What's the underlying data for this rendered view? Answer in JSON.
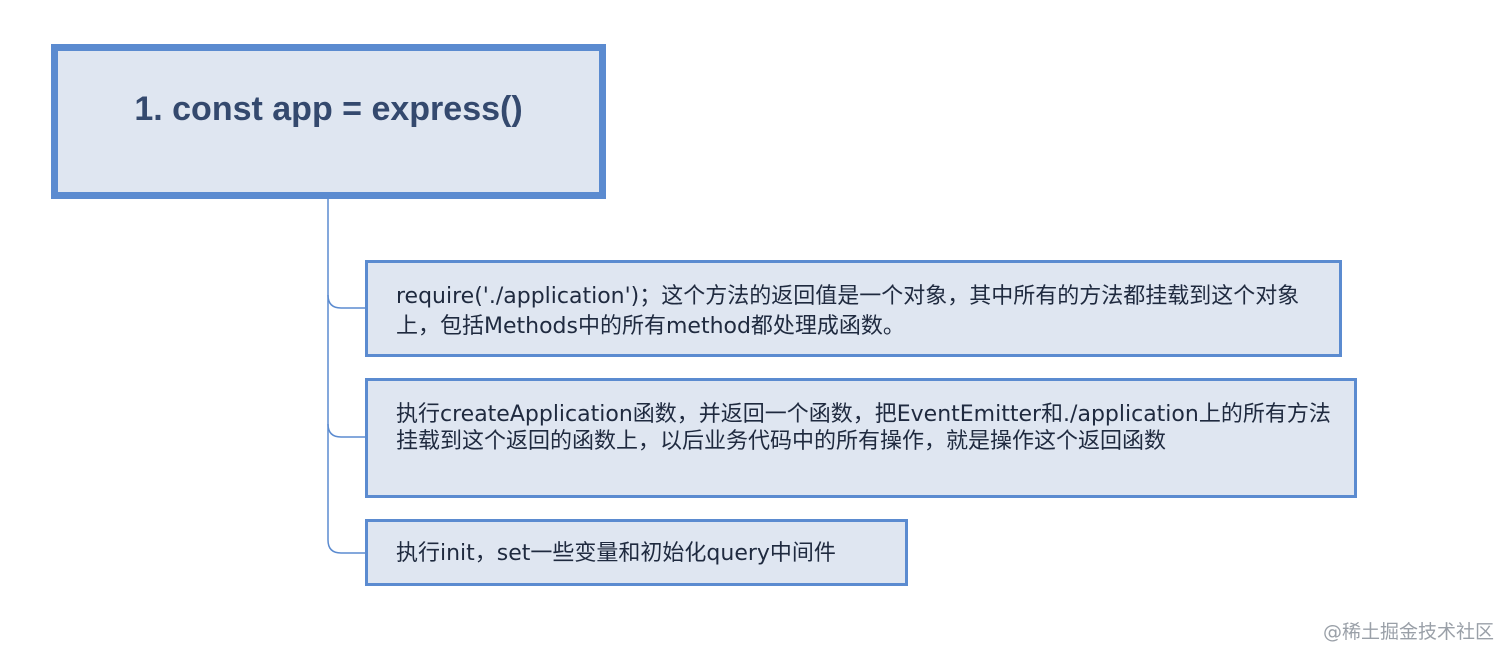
{
  "root": {
    "title": "1. const app = express()"
  },
  "children": [
    {
      "text": "require('./application')；这个方法的返回值是一个对象，其中所有的方法都挂载到这个对象上，包括Methods中的所有method都处理成函数。"
    },
    {
      "text": "执行createApplication函数，并返回一个函数，把EventEmitter和./application上的所有方法挂载到这个返回的函数上，以后业务代码中的所有操作，就是操作这个返回函数"
    },
    {
      "text": "执行init，set一些变量和初始化query中间件"
    }
  ],
  "watermark": "@稀土掘金技术社区",
  "colors": {
    "node_fill": "#dfe6f1",
    "node_border": "#5b8bd0",
    "title_text": "#34496e",
    "body_text": "#1f2a3f",
    "connector": "#5b8bd0"
  }
}
